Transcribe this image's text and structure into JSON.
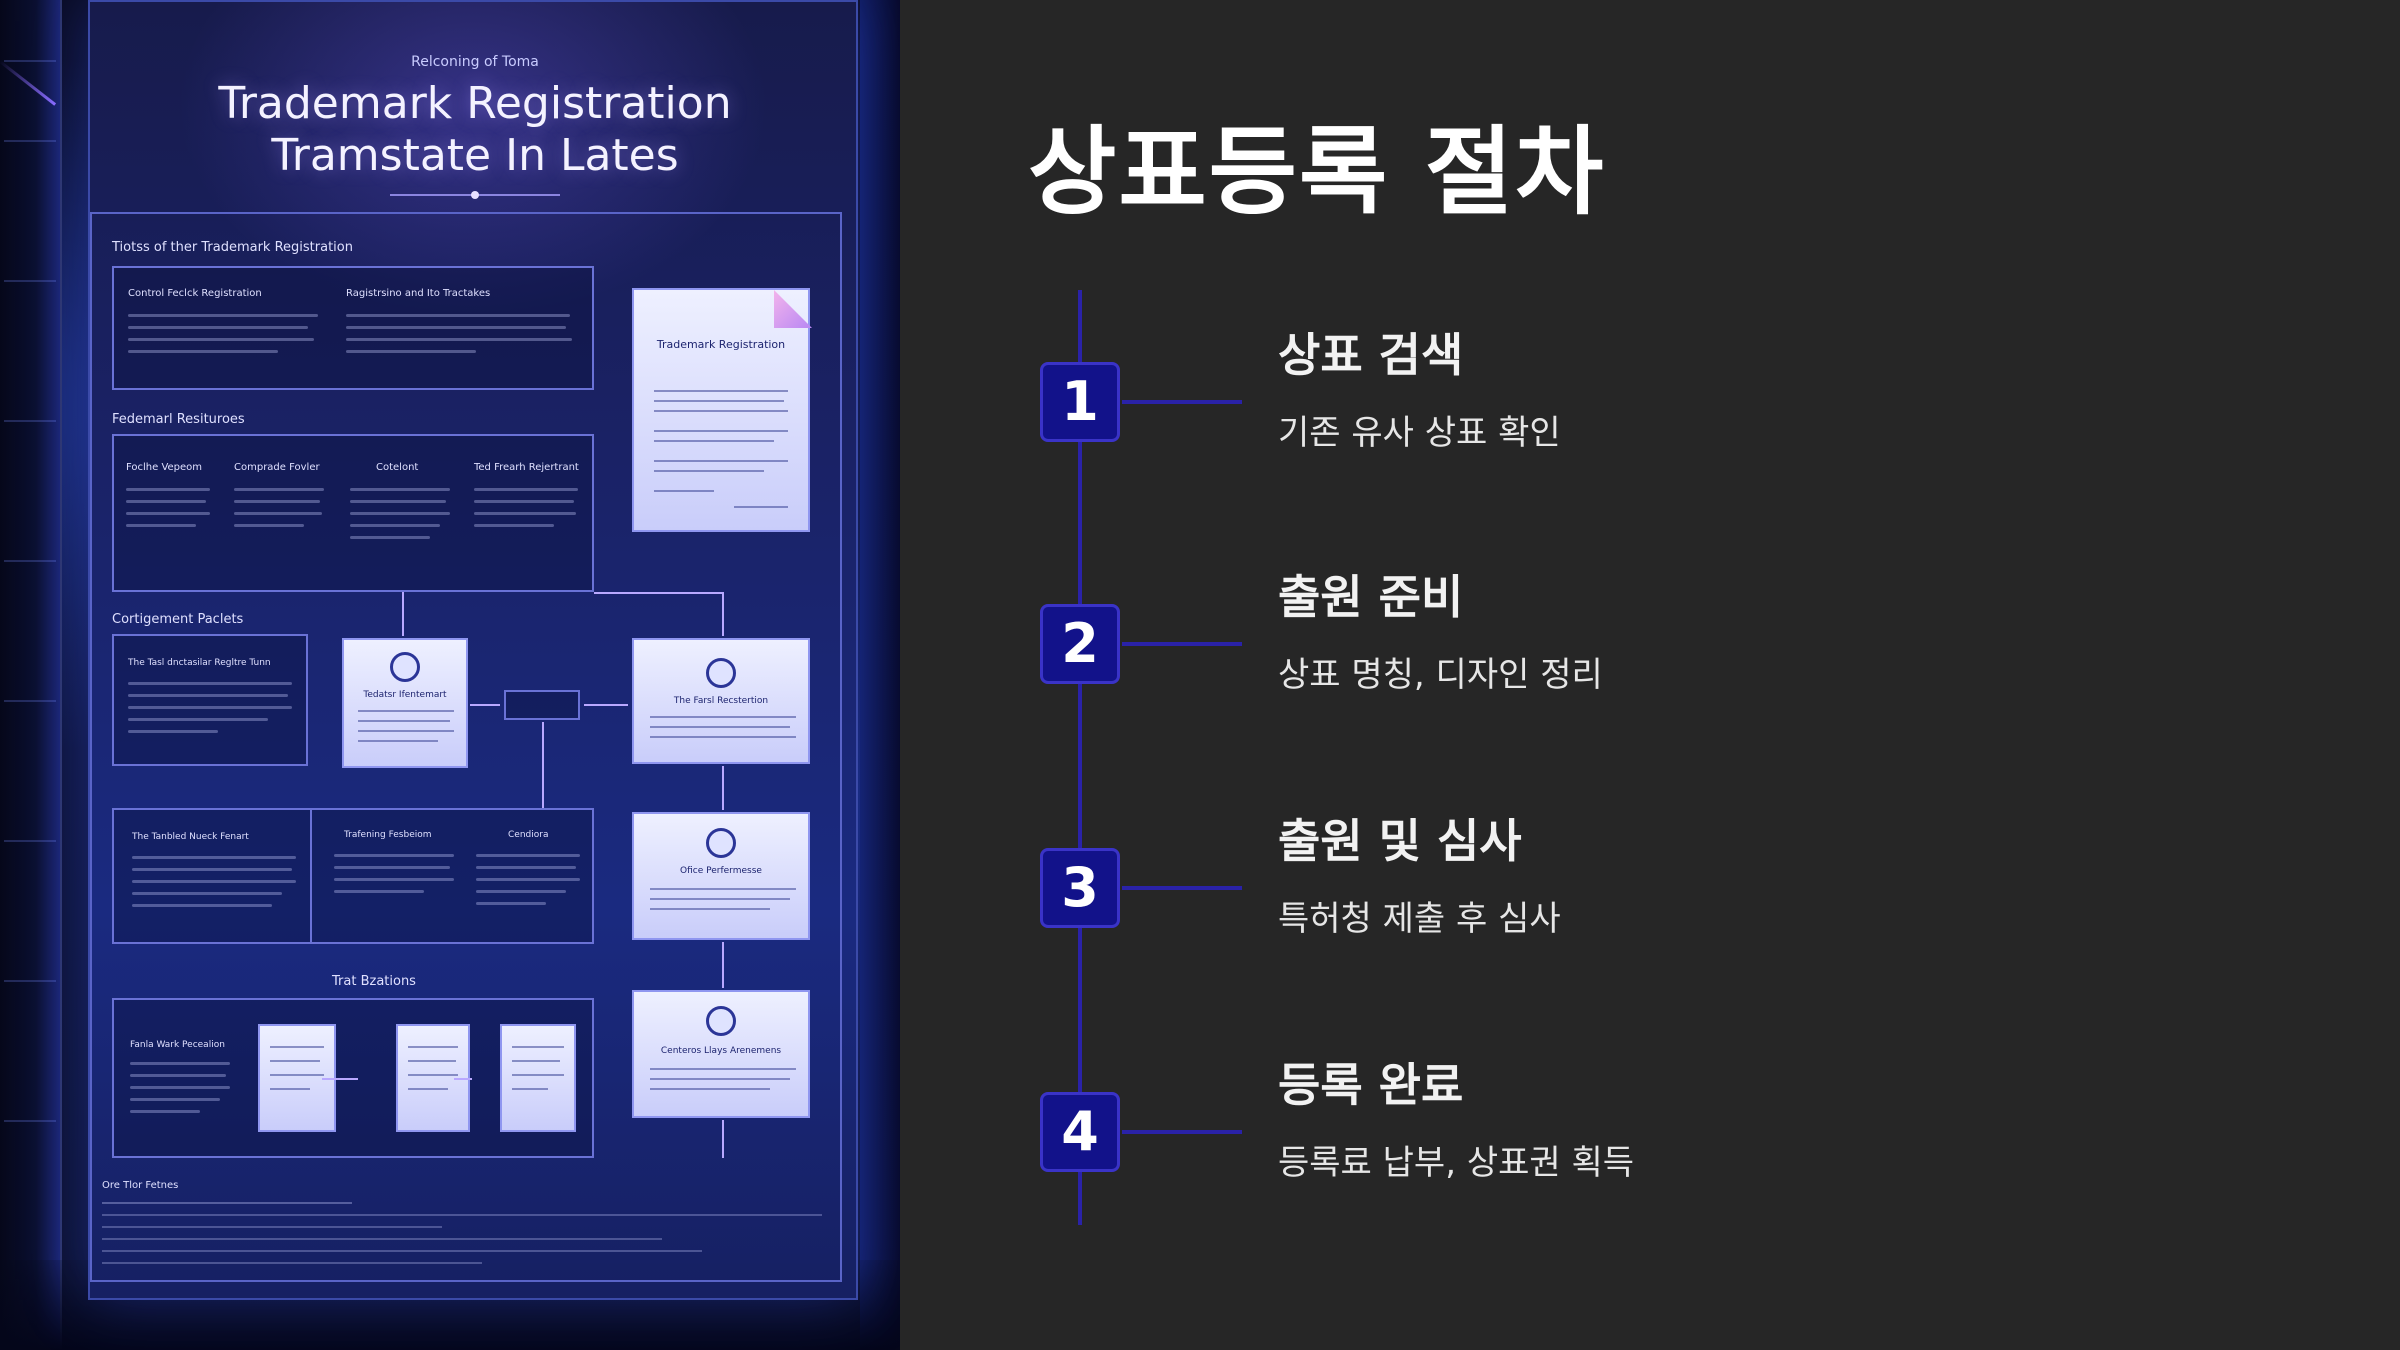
{
  "illustration": {
    "kicker": "Relconing of Toma",
    "title_line1": "Trademark Registration",
    "title_line2": "Tramstate In Lates",
    "sections": [
      "Tiotss of ther Trademark Registration",
      "Fedemarl Resituroes",
      "Cortigement Paclets",
      "Trat Bzations"
    ],
    "box_labels": {
      "intro_left": "Control Feclck Registration",
      "intro_right": "Ragistrsino and Ito Tractakes",
      "col1": "Foclhe Vepeom",
      "col2": "Comprade Fovler",
      "col3": "Cotelont",
      "col4": "Ted Frearh Rejertrant",
      "fork_left": "The Tasl dnctasilar Regltre Tunn",
      "fork_mid": "Tedatsr Ifentemart",
      "fork_right": "The Farsl Recstertion",
      "lower_left": "The Tanbled Nueck Fenart",
      "lower_mid": "Trafening Fesbeiom",
      "lower_right": "Cendiora",
      "office": "Ofice Perfermesse",
      "bottom_left": "Fanla Wark Pecealion",
      "final": "Centeros Llays Arenemens",
      "doc_title": "Trademark Registration",
      "footer_heading": "Ore Tlor Fetnes"
    }
  },
  "main": {
    "title": "상표등록 절차",
    "steps": [
      {
        "number": "1",
        "title": "상표 검색",
        "desc": "기존 유사 상표 확인"
      },
      {
        "number": "2",
        "title": "출원 준비",
        "desc": "상표 명칭, 디자인 정리"
      },
      {
        "number": "3",
        "title": "출원 및 심사",
        "desc": "특허청 제출 후 심사"
      },
      {
        "number": "4",
        "title": "등록 완료",
        "desc": "등록료 납부, 상표권 획득"
      }
    ]
  },
  "colors": {
    "background": "#262626",
    "badge_fill": "#12128a",
    "timeline": "#2a22a8",
    "text": "#ffffff"
  }
}
